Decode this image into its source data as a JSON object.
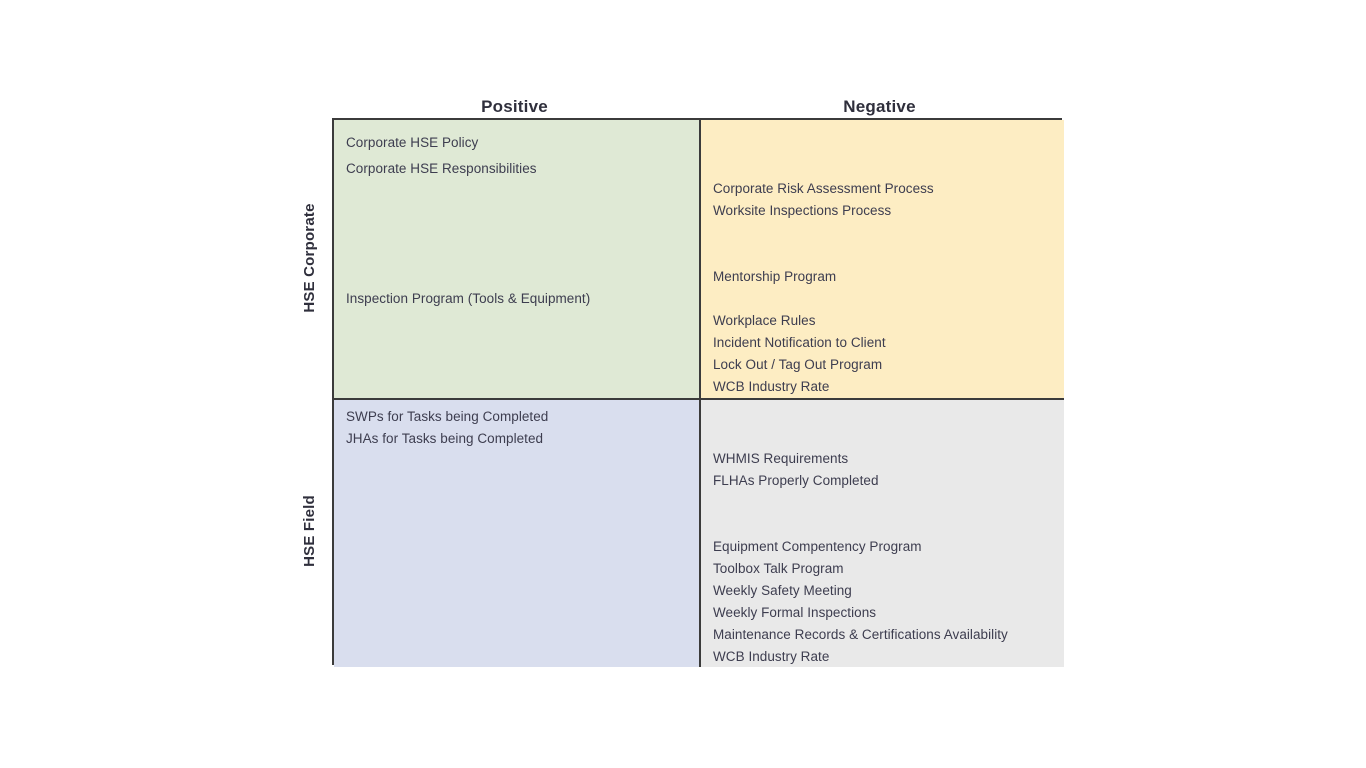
{
  "matrix": {
    "columns": [
      {
        "id": "positive",
        "label": "Positive"
      },
      {
        "id": "negative",
        "label": "Negative"
      }
    ],
    "rows": [
      {
        "id": "corporate",
        "label": "HSE Corporate"
      },
      {
        "id": "field",
        "label": "HSE Field"
      }
    ],
    "colors": {
      "corporate_positive": "#dfe9d5",
      "corporate_negative": "#fdedc3",
      "field_positive": "#d9deee",
      "field_negative": "#e9e9e9",
      "border": "#3b3b3b",
      "text": "#3d3d4f",
      "header_text": "#2f2f3c",
      "page_background": "#ffffff"
    },
    "cells": {
      "corporate_positive": {
        "groups": [
          {
            "id": "cp-group-a",
            "items": [
              "Corporate HSE Policy",
              "Corporate HSE Responsibilities"
            ]
          },
          {
            "id": "cp-group-b",
            "items": [
              "Inspection Program (Tools & Equipment)"
            ]
          }
        ]
      },
      "corporate_negative": {
        "groups": [
          {
            "id": "cn-group-a",
            "items": [
              "Corporate Risk Assessment Process",
              "Worksite Inspections Process"
            ]
          },
          {
            "id": "cn-group-b",
            "items": [
              "Mentorship Program"
            ]
          },
          {
            "id": "cn-group-c",
            "items": [
              "Workplace Rules",
              "Incident Notification to Client",
              "Lock Out / Tag Out Program",
              "WCB Industry Rate"
            ]
          }
        ]
      },
      "field_positive": {
        "groups": [
          {
            "id": "fp-group-a",
            "items": [
              "SWPs for Tasks being Completed",
              "JHAs for Tasks being Completed"
            ]
          }
        ]
      },
      "field_negative": {
        "groups": [
          {
            "id": "fn-group-a",
            "items": [
              "WHMIS Requirements",
              "FLHAs Properly Completed"
            ]
          },
          {
            "id": "fn-group-b",
            "items": [
              "Equipment Compentency Program",
              "Toolbox Talk Program",
              "Weekly Safety Meeting",
              "Weekly Formal Inspections",
              "Maintenance Records & Certifications Availability",
              "WCB Industry Rate"
            ]
          }
        ]
      }
    }
  }
}
